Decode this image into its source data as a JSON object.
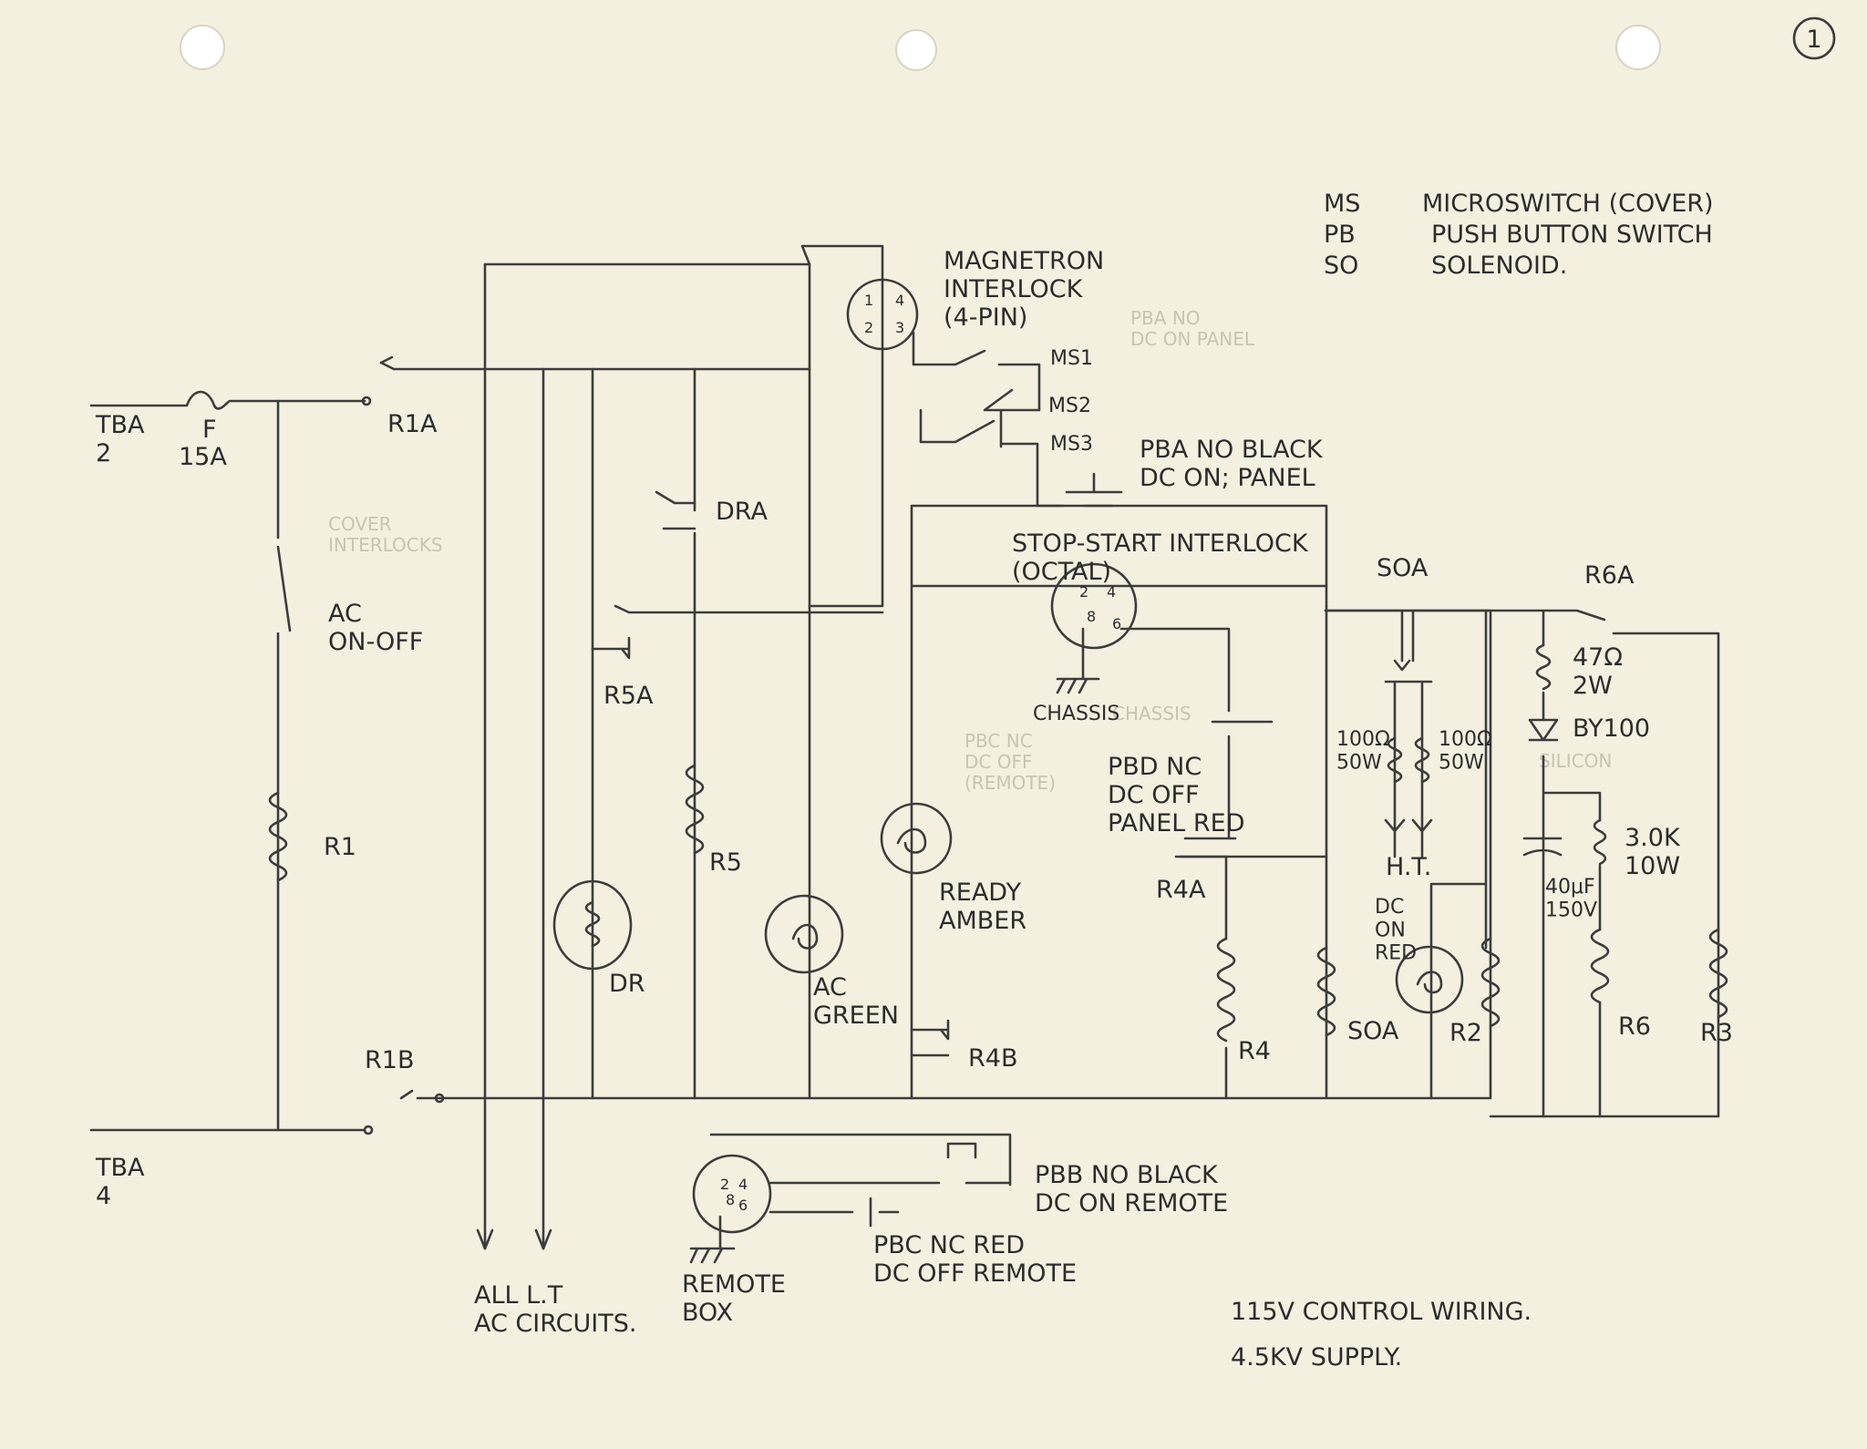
{
  "page_number": "1",
  "legend": [
    {
      "abbr": "MS",
      "text": "MICROSWITCH (COVER)"
    },
    {
      "abbr": "PB",
      "text": "PUSH BUTTON SWITCH"
    },
    {
      "abbr": "SO",
      "text": "SOLENOID."
    }
  ],
  "terminals": {
    "top": "TBA\n2",
    "bottom": "TBA\n4"
  },
  "fuse": {
    "name": "F",
    "rating": "15A"
  },
  "labels": {
    "r1a": "R1A",
    "r1b": "R1B",
    "ac_switch": "AC\nON-OFF",
    "r1": "R1",
    "dra": "DRA",
    "r5a": "R5A",
    "r5": "R5",
    "dr": "DR",
    "ac_lamp": "AC\nGREEN",
    "magnetron": "MAGNETRON\nINTERLOCK\n(4-PIN)",
    "ms1": "MS1",
    "ms2": "MS2",
    "ms3": "MS3",
    "pba": "PBA NO BLACK\nDC ON; PANEL",
    "stop_start": "STOP-START INTERLOCK\n(OCTAL)",
    "chassis": "CHASSIS",
    "pbd": "PBD NC\nDC OFF\nPANEL RED",
    "ready": "READY\nAMBER",
    "r4a": "R4A",
    "r4b": "R4B",
    "r4": "R4",
    "soa_top": "SOA",
    "soa_bottom": "SOA",
    "res_left": "100Ω\n50W",
    "res_right": "100Ω\n50W",
    "ht": "H.T.",
    "dc_on": "DC\nON\nRED",
    "r2": "R2",
    "r6a": "R6A",
    "r6_res": "47Ω\n2W",
    "diode": "BY100",
    "cap": "40μF\n150V",
    "bleeder": "3.0K\n10W",
    "r6": "R6",
    "r3": "R3",
    "pbb": "PBB NO BLACK\nDC ON REMOTE",
    "pbc": "PBC NC RED\nDC OFF REMOTE",
    "remote_box": "REMOTE\nBOX",
    "all_lt": "ALL L.T\nAC CIRCUITS.",
    "control": "115V CONTROL WIRING.",
    "supply": "4.5KV SUPPLY."
  },
  "pins": {
    "mag": [
      "1",
      "4",
      "2",
      "3"
    ],
    "octal": [
      "2",
      "4",
      "8",
      "6"
    ],
    "remote": [
      "2",
      "4",
      "8",
      "6"
    ]
  },
  "faint_notes": [
    "COVER\nINTERLOCKS",
    "PBA NO\nDC ON PANEL",
    "PBC NC\nDC OFF\n(REMOTE)",
    "CHASSIS",
    "SILICON"
  ]
}
